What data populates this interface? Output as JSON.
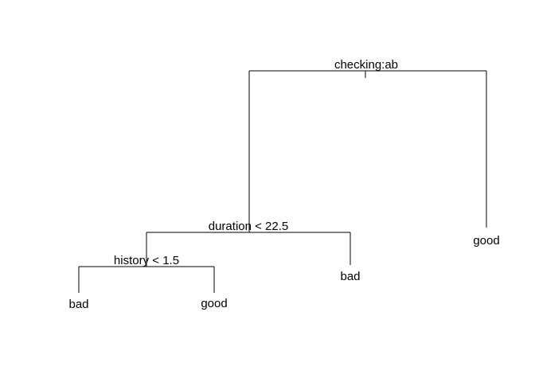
{
  "tree": {
    "root_split": "checking:ab",
    "split_duration": "duration < 22.5",
    "split_history": "history < 1.5",
    "leaf_history_left": "bad",
    "leaf_history_right": "good",
    "leaf_duration_right": "bad",
    "leaf_root_right": "good"
  },
  "colors": {
    "line": "#000000",
    "text": "#000000",
    "background": "#ffffff"
  }
}
